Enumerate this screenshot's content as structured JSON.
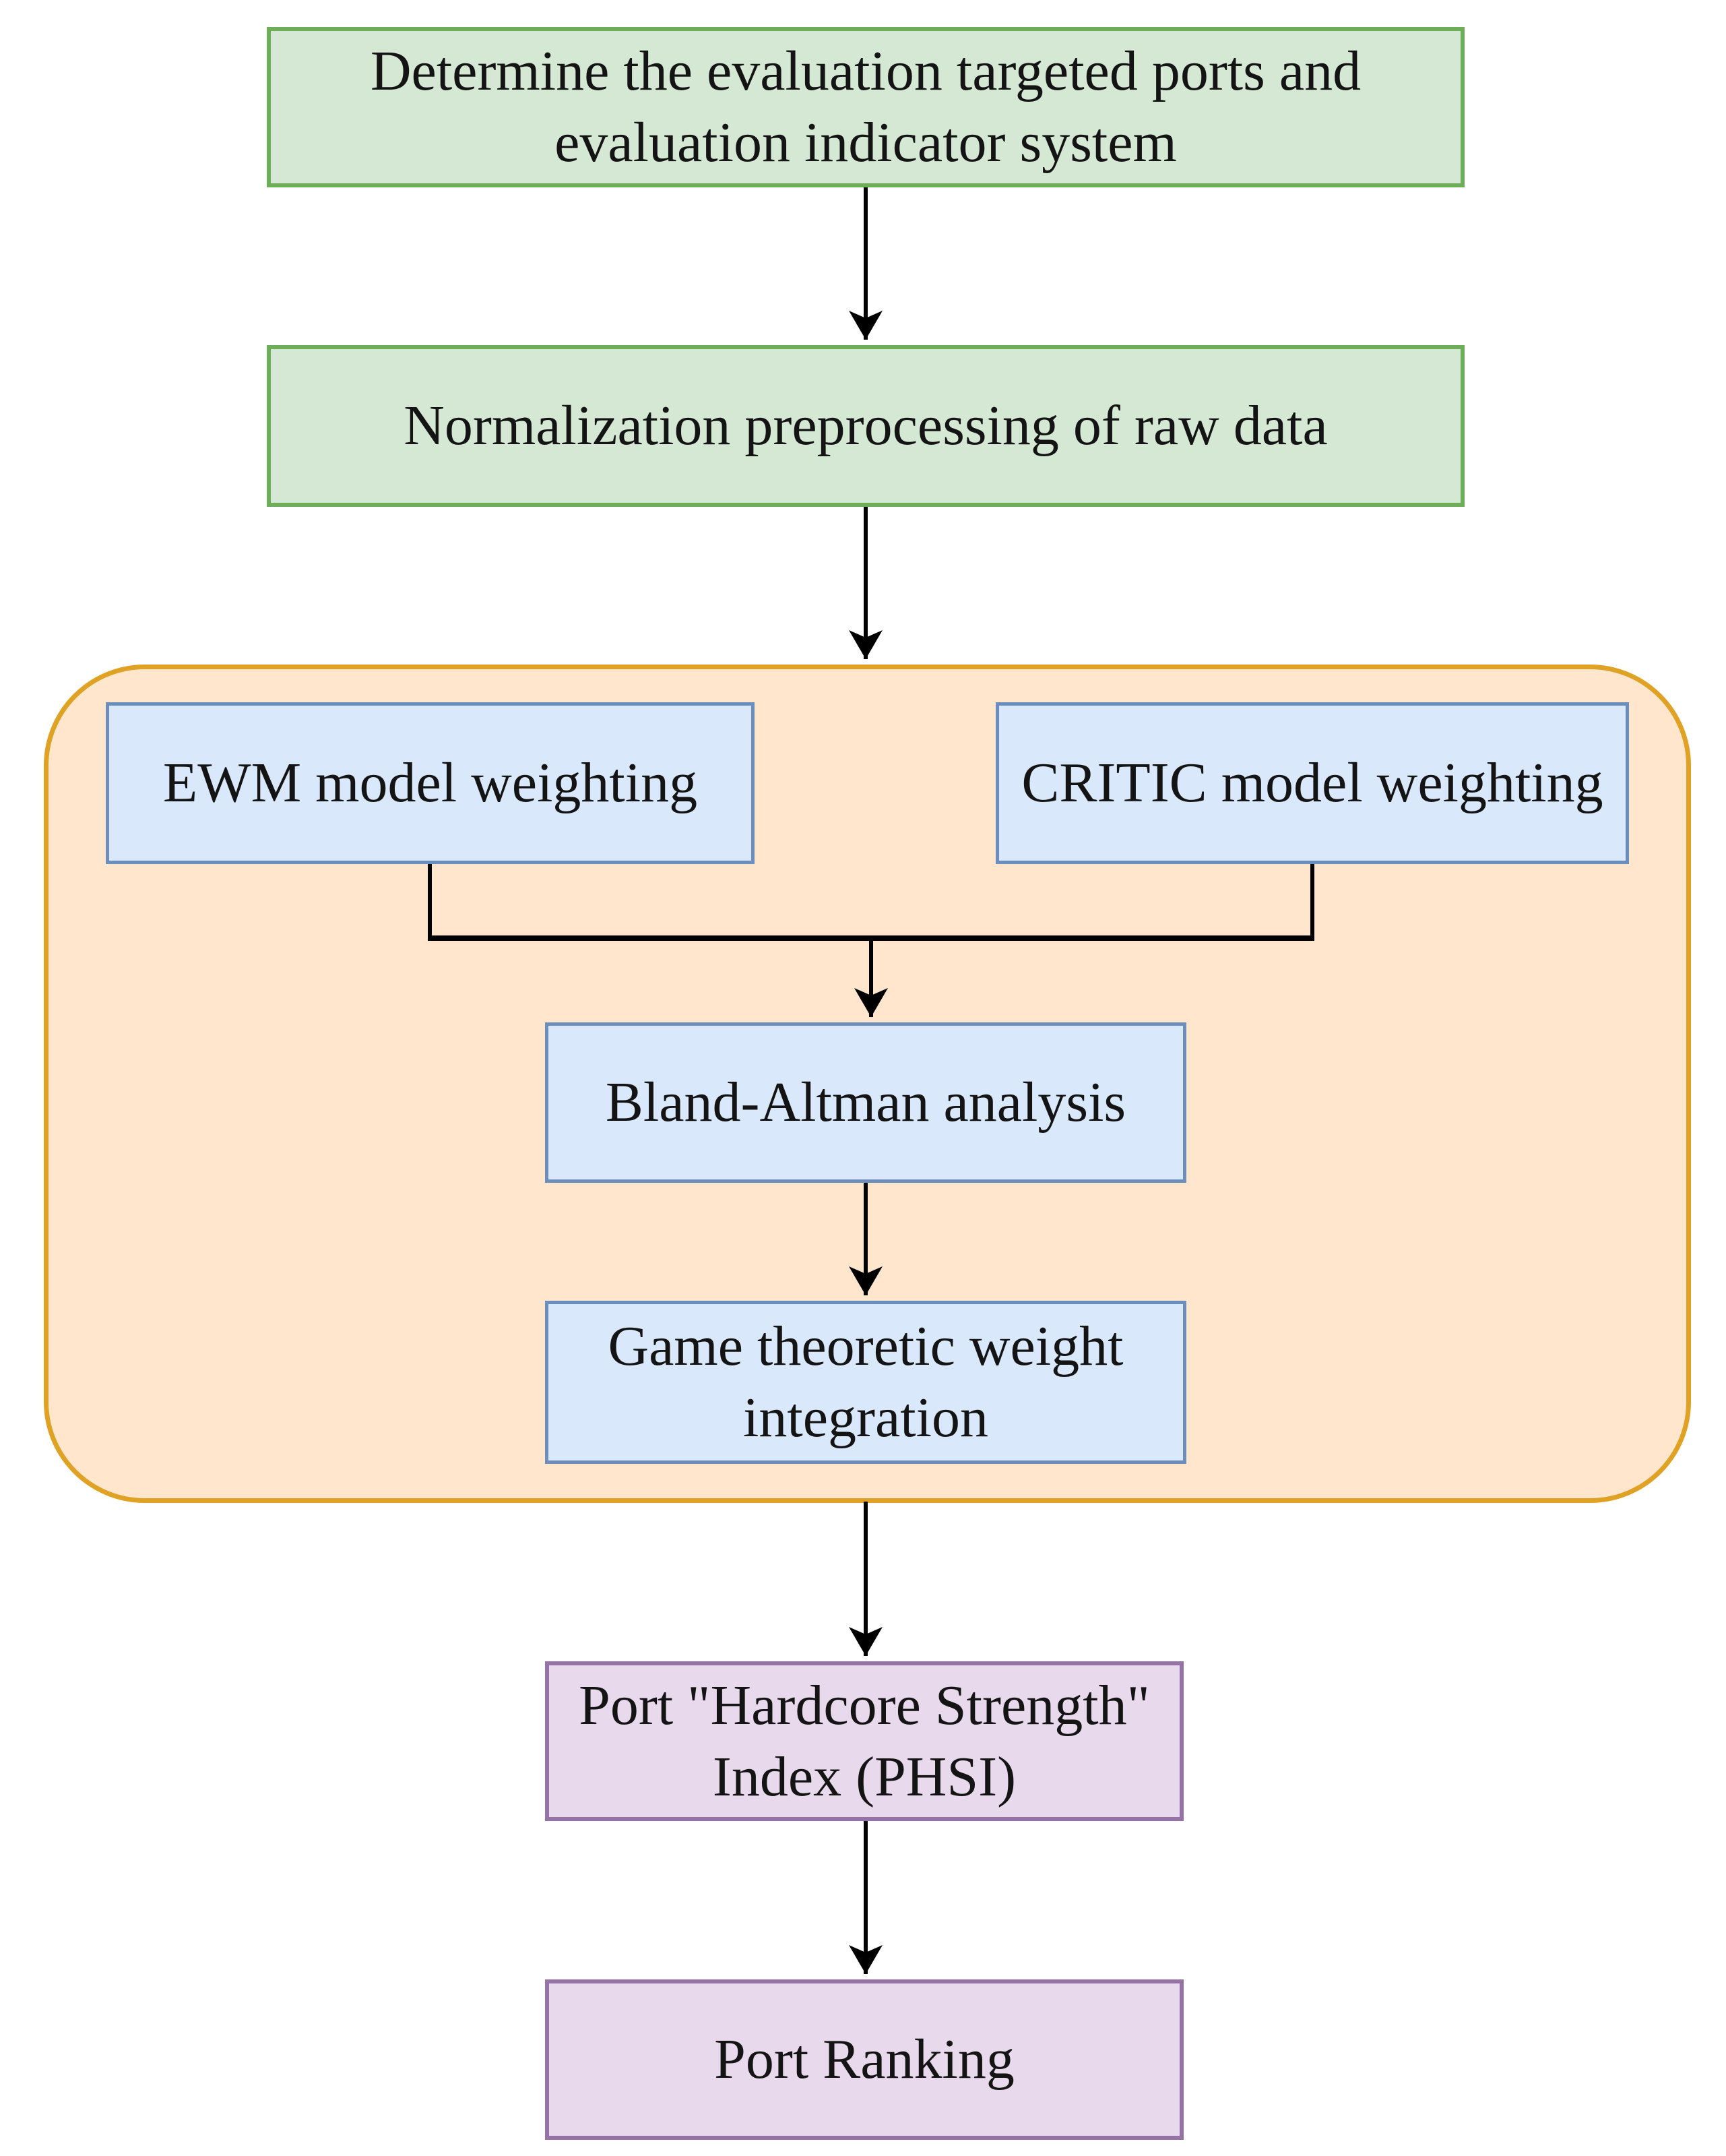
{
  "diagram": {
    "type": "flowchart",
    "nodes": {
      "determine": {
        "label": "Determine the evaluation targeted ports and\nevaluation indicator system"
      },
      "normalization": {
        "label": "Normalization preprocessing of raw data"
      },
      "ewm": {
        "label": "EWM model weighting"
      },
      "critic": {
        "label": "CRITIC model weighting"
      },
      "bland_altman": {
        "label": "Bland-Altman analysis"
      },
      "game_weight": {
        "label": "Game theoretic weight\nintegration"
      },
      "phsi": {
        "label": "Port \"Hardcore Strength\"\nIndex (PHSI)"
      },
      "port_ranking": {
        "label": "Port Ranking"
      }
    },
    "edges": [
      {
        "from": "determine",
        "to": "normalization"
      },
      {
        "from": "normalization",
        "to": "weighting-group"
      },
      {
        "from": "ewm",
        "to": "bland_altman"
      },
      {
        "from": "critic",
        "to": "bland_altman"
      },
      {
        "from": "bland_altman",
        "to": "game_weight"
      },
      {
        "from": "weighting-group",
        "to": "phsi"
      },
      {
        "from": "phsi",
        "to": "port_ranking"
      }
    ]
  },
  "colors": {
    "green_fill": "#d5e8d4",
    "green_border": "#6fae58",
    "blue_fill": "#dae8fc",
    "blue_border": "#6c8ebf",
    "orange_fill": "#ffe6cc",
    "orange_border": "#e0a225",
    "purple_fill": "#e8d9ec",
    "purple_border": "#9673a6",
    "arrow": "#000000"
  }
}
